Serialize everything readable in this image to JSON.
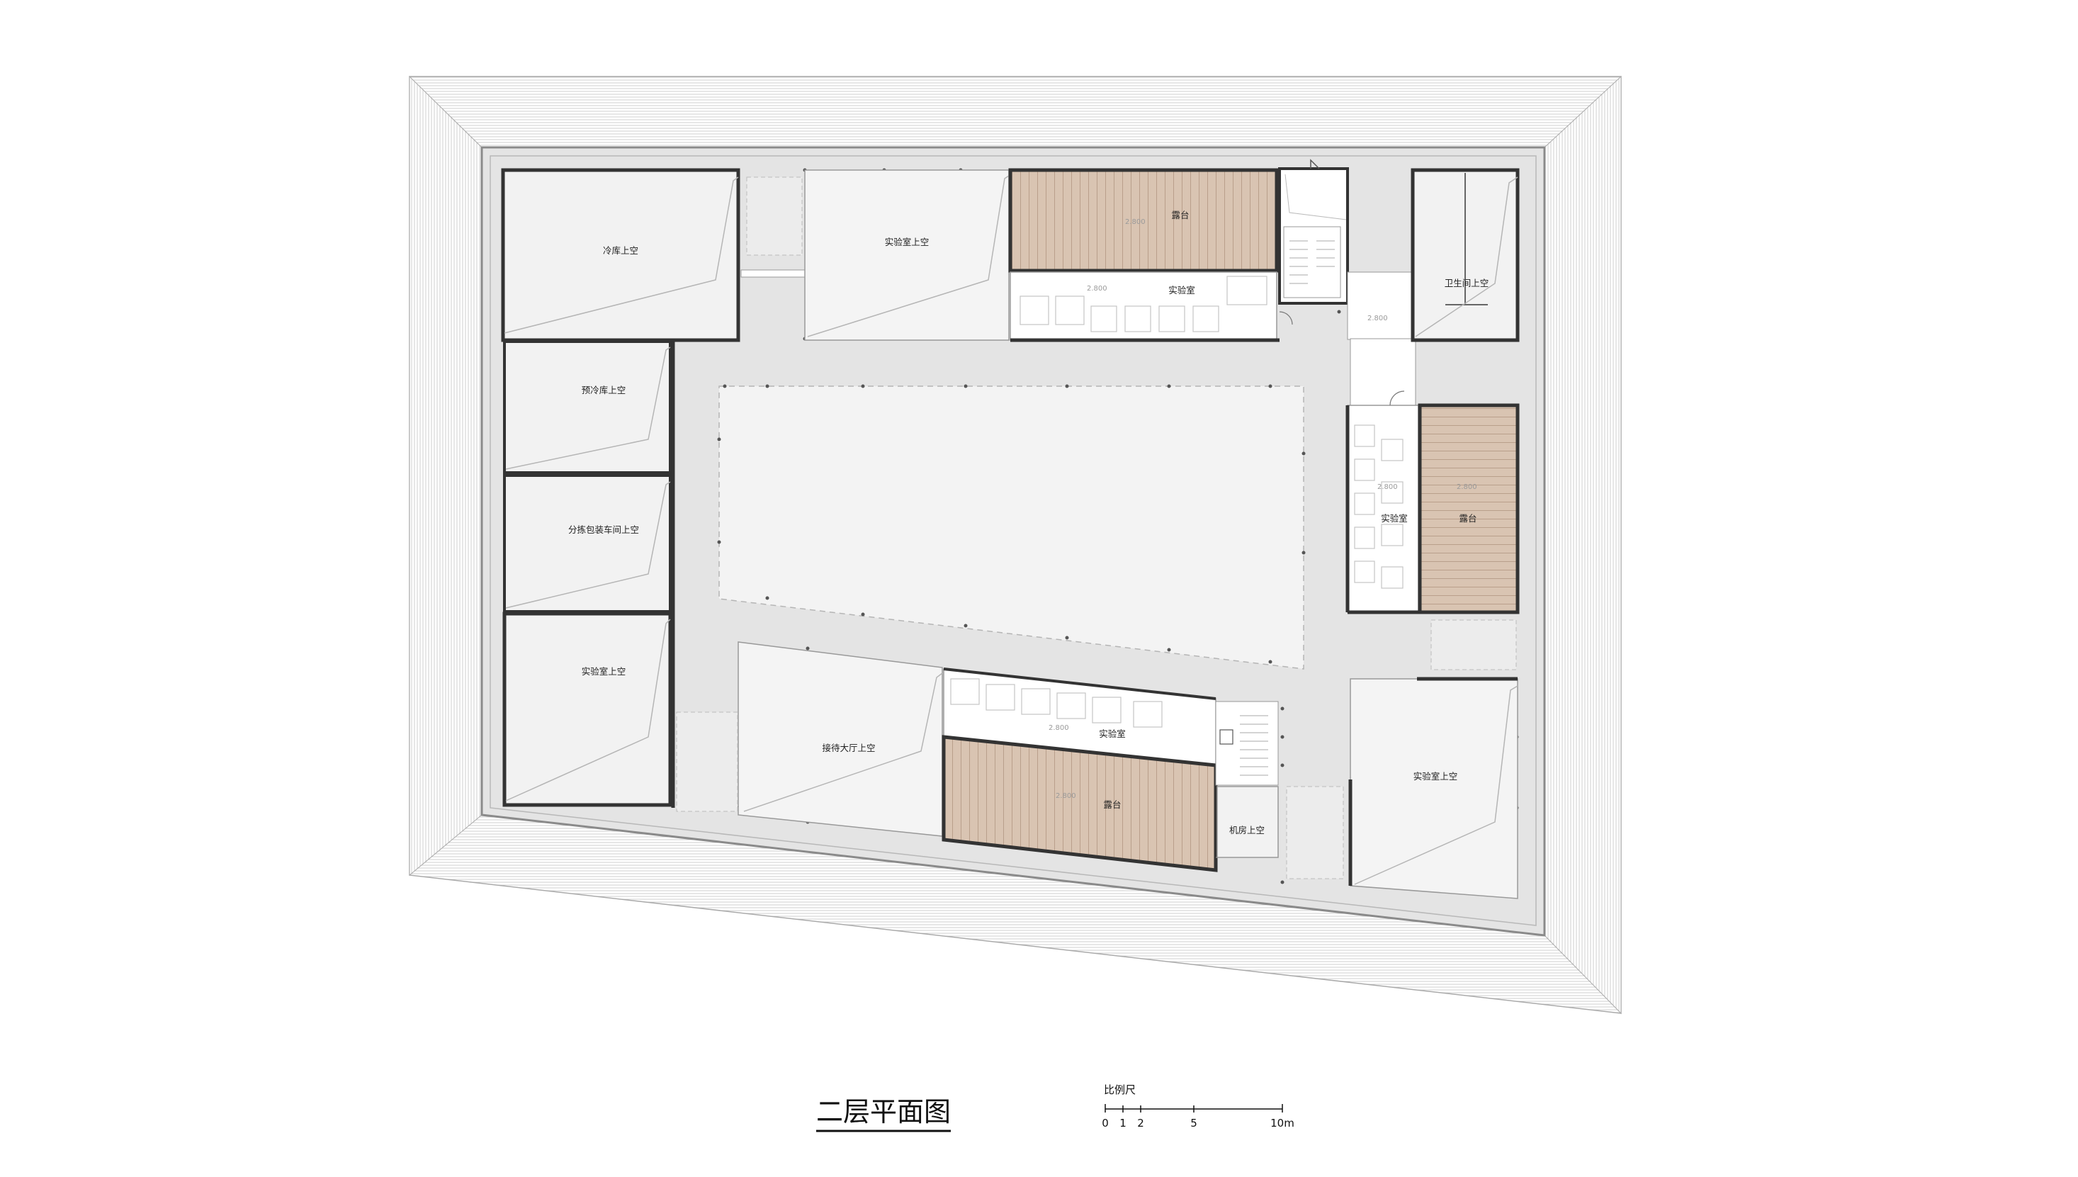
{
  "drawing": {
    "title": "二层平面图",
    "scale_bar": {
      "label": "比例尺",
      "ticks": [
        "0",
        "1",
        "2",
        "5",
        "10m"
      ]
    }
  },
  "rooms": {
    "cold_storage_void": "冷库上空",
    "lab_void_top": "实验室上空",
    "terrace_north": "露台",
    "lab_north": "实验室",
    "toilet_void": "卫生间上空",
    "precool_void": "预冷库上空",
    "sorting_void": "分拣包装车间上空",
    "lab_east": "实验室",
    "terrace_east": "露台",
    "lab_void_west": "实验室上空",
    "reception_void": "接待大厅上空",
    "lab_south": "实验室",
    "terrace_south": "露台",
    "machine_void": "机房上空",
    "lab_void_se": "实验室上空"
  },
  "dimensions": {
    "lab_north_level": "2.800",
    "corridor_level": "2.800",
    "lab_east_level": "2.800",
    "lab_south_level": "2.800",
    "terrace_north_level": "2.800",
    "terrace_east_level": "2.800",
    "terrace_south_level": "2.800"
  },
  "colors": {
    "wood": "#d8c2af",
    "wood_line": "#b89f8a",
    "floor": "#e6e6e6",
    "void": "#f2f2f2",
    "wall": "#333333",
    "roof_edge": "#cccccc"
  }
}
